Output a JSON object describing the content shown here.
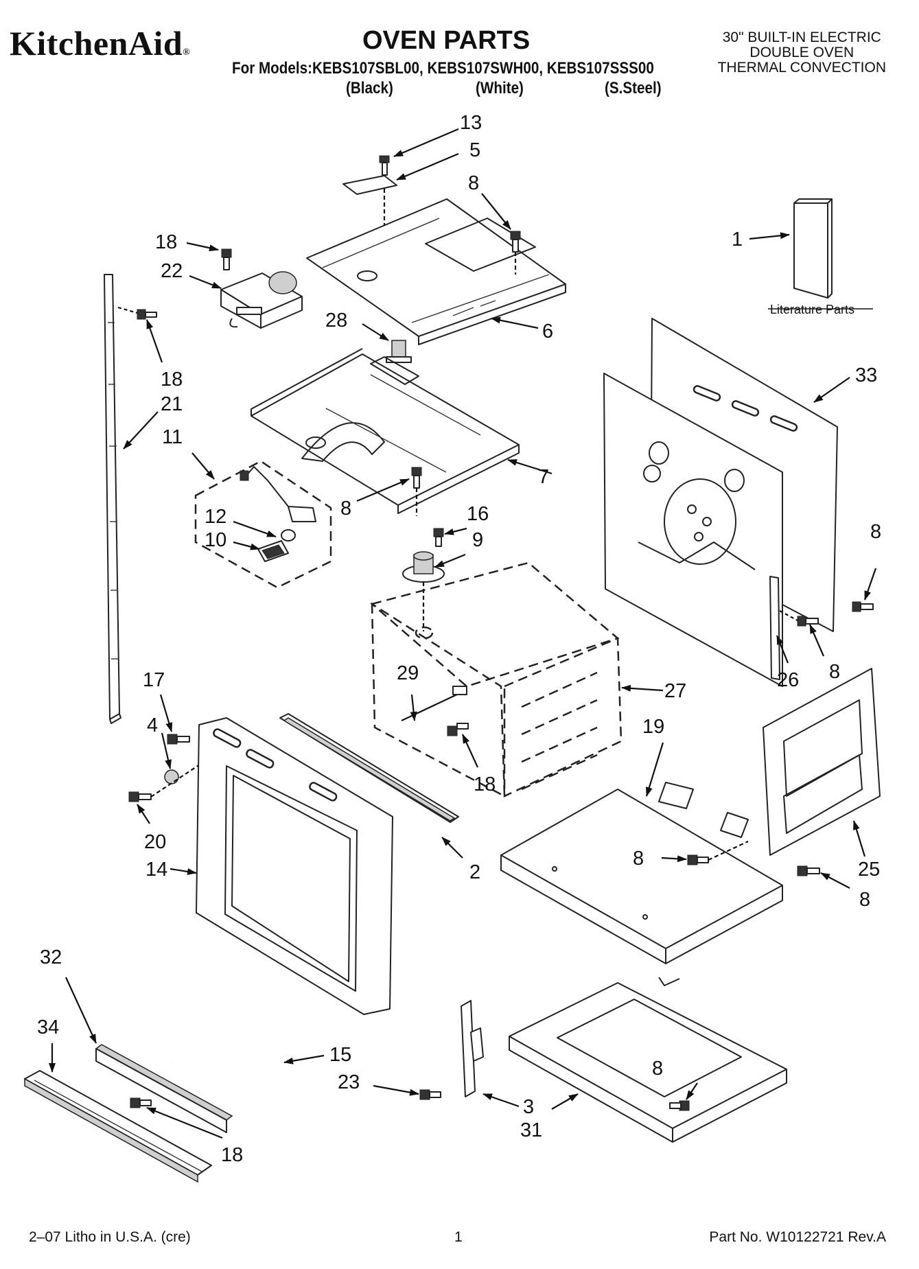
{
  "header": {
    "brand": "KitchenAid",
    "brand_mark": "®",
    "title": "OVEN PARTS",
    "models_line": "For Models:KEBS107SBL00, KEBS107SWH00, KEBS107SSS00",
    "variants": [
      "(Black)",
      "(White)",
      "(S.Steel)"
    ],
    "product_lines": [
      "30\" BUILT-IN ELECTRIC",
      "DOUBLE OVEN",
      "THERMAL CONVECTION"
    ]
  },
  "literature_label": "Literature Parts",
  "callouts": [
    {
      "id": "c13a",
      "text": "13"
    },
    {
      "id": "c5",
      "text": "5"
    },
    {
      "id": "c8a",
      "text": "8"
    },
    {
      "id": "c18a",
      "text": "18"
    },
    {
      "id": "c22",
      "text": "22"
    },
    {
      "id": "c1",
      "text": "1"
    },
    {
      "id": "c28",
      "text": "28"
    },
    {
      "id": "c6",
      "text": "6"
    },
    {
      "id": "c18b",
      "text": "18"
    },
    {
      "id": "c21",
      "text": "21"
    },
    {
      "id": "c33",
      "text": "33"
    },
    {
      "id": "c11",
      "text": "11"
    },
    {
      "id": "c7",
      "text": "7"
    },
    {
      "id": "c8b",
      "text": "8"
    },
    {
      "id": "c12",
      "text": "12"
    },
    {
      "id": "c10",
      "text": "10"
    },
    {
      "id": "c16",
      "text": "16"
    },
    {
      "id": "c9",
      "text": "9"
    },
    {
      "id": "c8c",
      "text": "8"
    },
    {
      "id": "c8d",
      "text": "8"
    },
    {
      "id": "c26",
      "text": "26"
    },
    {
      "id": "c17",
      "text": "17"
    },
    {
      "id": "c29",
      "text": "29"
    },
    {
      "id": "c27",
      "text": "27"
    },
    {
      "id": "c4",
      "text": "4"
    },
    {
      "id": "c19",
      "text": "19"
    },
    {
      "id": "c18c",
      "text": "18"
    },
    {
      "id": "c20",
      "text": "20"
    },
    {
      "id": "c2",
      "text": "2"
    },
    {
      "id": "c8e",
      "text": "8"
    },
    {
      "id": "c25",
      "text": "25"
    },
    {
      "id": "c14",
      "text": "14"
    },
    {
      "id": "c8f",
      "text": "8"
    },
    {
      "id": "c32",
      "text": "32"
    },
    {
      "id": "c34",
      "text": "34"
    },
    {
      "id": "c15",
      "text": "15"
    },
    {
      "id": "c8g",
      "text": "8"
    },
    {
      "id": "c23",
      "text": "23"
    },
    {
      "id": "c3",
      "text": "3"
    },
    {
      "id": "c31",
      "text": "31"
    },
    {
      "id": "c18d",
      "text": "18"
    }
  ],
  "footer": {
    "left": "2–07 Litho in U.S.A. (cre)",
    "center": "1",
    "right": "Part No. W10122721 Rev.A"
  }
}
